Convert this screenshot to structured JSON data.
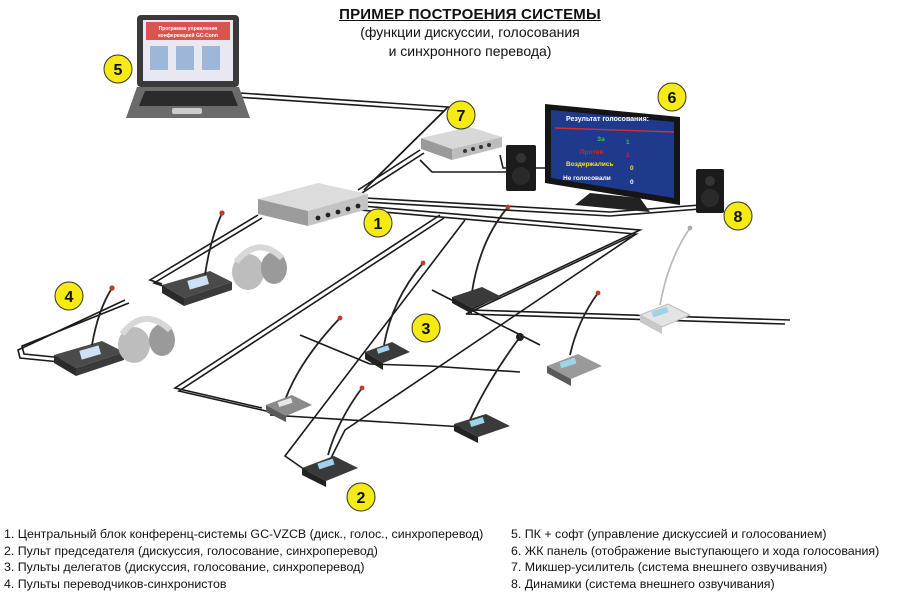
{
  "title": {
    "main": "ПРИМЕР ПОСТРОЕНИЯ СИСТЕМЫ",
    "line1": "(функции дискуссии, голосования",
    "line2": "и синхронного перевода)"
  },
  "badges": {
    "b1": "1",
    "b2": "2",
    "b3": "3",
    "b4": "4",
    "b5": "5",
    "b6": "6",
    "b7": "7",
    "b8": "8"
  },
  "laptop_screen": {
    "line1": "Программа управления",
    "line2": "конференцией GC-Conn"
  },
  "tv_screen": {
    "heading": "Результат голосования:",
    "rows": [
      {
        "label": "За",
        "value": "1"
      },
      {
        "label": "Против",
        "value": "1"
      },
      {
        "label": "Воздержались",
        "value": "0"
      },
      {
        "label": "Не голосовали",
        "value": "0"
      }
    ]
  },
  "legend": {
    "left": [
      "1. Центральный блок конференц-системы GC-VZCB (диск., голос., синхроперевод)",
      "2. Пульт председателя (дискуссия, голосование, синхроперевод)",
      "3. Пульты делегатов (дискуссия, голосование, синхроперевод)",
      "4. Пульты переводчиков-синхронистов"
    ],
    "right": [
      "5. ПК + софт (управление дискуссией и голосованием)",
      "6. ЖК панель (отображение выступающего и хода голосования)",
      "7. Микшер-усилитель (система внешнего озвучивания)",
      "8. Динамики (система внешнего озвучивания)"
    ]
  },
  "colors": {
    "badge_fill": "#f5ea14",
    "tv_screen": "#1f3a8c",
    "tv_heading": "#ffffff",
    "vote_for": "#2ecc40",
    "vote_against": "#e02020",
    "vote_abstain": "#f5e614",
    "vote_none": "#ffffff",
    "cable": "#1a1a1a"
  }
}
